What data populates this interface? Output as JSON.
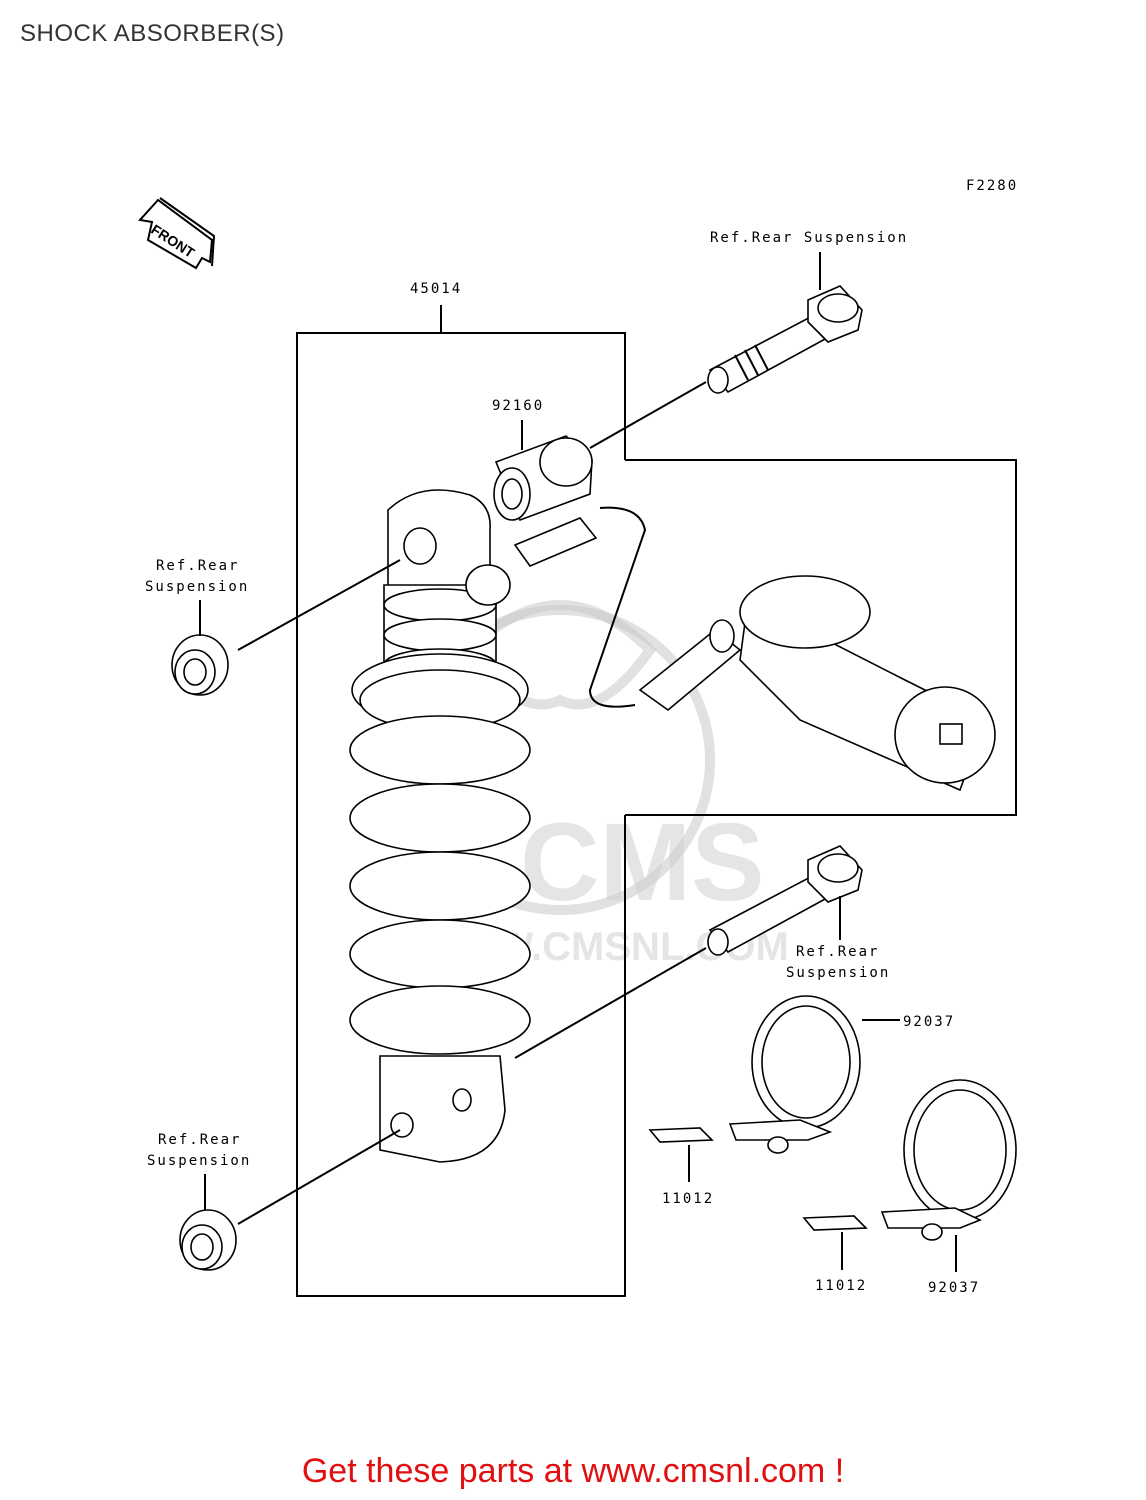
{
  "title": "SHOCK ABSORBER(S)",
  "figure_code": "F2280",
  "front_arrow_label": "FRONT",
  "watermark": {
    "logo_text": "CMS",
    "url_text": "WWW.CMSNL.COM"
  },
  "labels": {
    "assembly": "45014",
    "bushing": "92160",
    "ref_top_right": "Ref.Rear Suspension",
    "ref_left_upper_1": "Ref.Rear",
    "ref_left_upper_2": "Suspension",
    "ref_left_lower_1": "Ref.Rear",
    "ref_left_lower_2": "Suspension",
    "ref_mid_right_1": "Ref.Rear",
    "ref_mid_right_2": "Suspension",
    "clamp_upper": "92037",
    "clamp_lower": "92037",
    "pad_left": "11012",
    "pad_right": "11012"
  },
  "promo_text": "Get these parts at www.cmsnl.com !",
  "colors": {
    "line": "#000000",
    "promo": "#e01010",
    "watermark": "#c8c8c8"
  }
}
